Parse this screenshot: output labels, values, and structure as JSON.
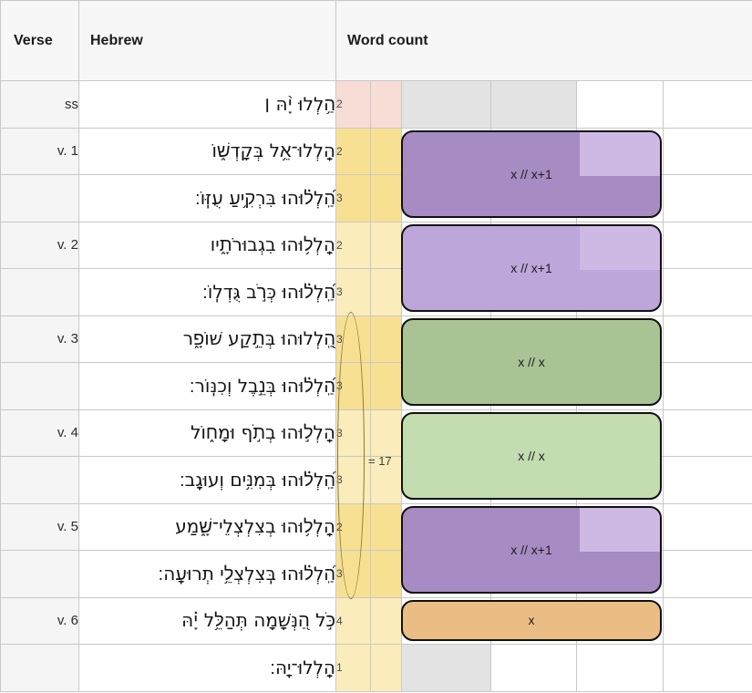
{
  "table": {
    "headers": [
      "Verse",
      "Hebrew",
      "Word count"
    ],
    "rows": [
      {
        "verse": "ss",
        "hebrew": "הַ֥לְלוּ יָ֨הּ ׀",
        "count": "2",
        "count_bg": "#f8dcd6",
        "grey_cols": 2
      },
      {
        "verse": "v. 1",
        "hebrew": "הַֽלְלוּ־אֵ֥ל בְּקָדְשׁ֑וֹ",
        "count": "2",
        "count_bg": "#f8e092",
        "grey_cols": 0
      },
      {
        "verse": "",
        "hebrew": "הַֽ֝לְל֗וּהוּ בִּרְקִ֥יעַ עֻזּֽוֹ׃",
        "count": "3",
        "count_bg": "#f8e092",
        "grey_cols": 0
      },
      {
        "verse": "v. 2",
        "hebrew": "הַֽלְל֥וּהוּ בִגְבוּרֹתָ֑יו",
        "count": "2",
        "count_bg": "#fbecbb",
        "grey_cols": 0
      },
      {
        "verse": "",
        "hebrew": "הַֽ֝לְל֗וּהוּ כְּרֹ֣ב גֻּדְלֽוֹ׃",
        "count": "3",
        "count_bg": "#fbecbb",
        "grey_cols": 0
      },
      {
        "verse": "v. 3",
        "hebrew": "הַֽ֭לְלוּהוּ בְּתֵ֣קַע שׁוֹפָ֑ר",
        "count": "3",
        "count_bg": "#f8e092",
        "grey_cols": 0
      },
      {
        "verse": "",
        "hebrew": "הַֽ֝לְל֗וּהוּ בְּנֵ֣בֶל וְכִנּֽוֹר׃",
        "count": "3",
        "count_bg": "#f8e092",
        "grey_cols": 0
      },
      {
        "verse": "v. 4",
        "hebrew": "הַֽלְל֣וּהוּ בְתֹ֣ף וּמָח֑וֹל",
        "count": "3",
        "count_bg": "#fbecbb",
        "grey_cols": 0
      },
      {
        "verse": "",
        "hebrew": "הַֽ֝לְל֗וּהוּ בְּמִנִּ֥ים וְעוּגָֽב׃",
        "count": "3",
        "count_bg": "#fbecbb",
        "grey_cols": 0
      },
      {
        "verse": "v. 5",
        "hebrew": "הַֽלְל֥וּהוּ בְצִלְצְלֵי־שָׁ֑מַע",
        "count": "2",
        "count_bg": "#f8e092",
        "grey_cols": 0
      },
      {
        "verse": "",
        "hebrew": "הַֽ֝לְל֗וּהוּ בְּֽצִלְצְלֵ֥י תְרוּעָֽה׃",
        "count": "3",
        "count_bg": "#f8e092",
        "grey_cols": 0
      },
      {
        "verse": "v. 6",
        "hebrew": "כֹּ֣ל הַ֭נְּשָׁמָה תְּהַלֵּ֥ל יָ֗הּ",
        "count": "4",
        "count_bg": "#fbecbb",
        "grey_cols": 0
      },
      {
        "verse": "",
        "hebrew": "הַֽלְלוּ־יָֽהּ׃",
        "count": "1",
        "count_bg": "#fbecbb",
        "grey_cols": 1
      }
    ]
  },
  "pattern_boxes": [
    {
      "id": "box-v1",
      "label": "x // x+1",
      "fill": "#a68cc2",
      "accent": "#cdb9e4",
      "verse": "v. 1"
    },
    {
      "id": "box-v2",
      "label": "x // x+1",
      "fill": "#bda6d9",
      "accent": "#cdb9e4",
      "verse": "v. 2"
    },
    {
      "id": "box-v3",
      "label": "x // x",
      "fill": "#a9c395",
      "accent": "#a9c395",
      "verse": "v. 3"
    },
    {
      "id": "box-v4",
      "label": "x // x",
      "fill": "#c3dcb0",
      "accent": "#c3dcb0",
      "verse": "v. 4"
    },
    {
      "id": "box-v5",
      "label": "x // x+1",
      "fill": "#a68cc2",
      "accent": "#cdb9e4",
      "verse": "v. 5"
    },
    {
      "id": "box-v6",
      "label": "x",
      "fill": "#e9bd84",
      "accent": "#e9bd84",
      "verse": "v. 6"
    }
  ],
  "annotation": {
    "sum_label": "= 17",
    "ellipse_note": "circles word counts of v.3-v.5"
  },
  "colors": {
    "superscription_count_bg": "#f8dcd6",
    "count_dark": "#f8e092",
    "count_light": "#fbecbb",
    "grid_grey": "#e3e3e3",
    "header_bg": "#f7f7f7",
    "border": "#c8c8c8"
  }
}
